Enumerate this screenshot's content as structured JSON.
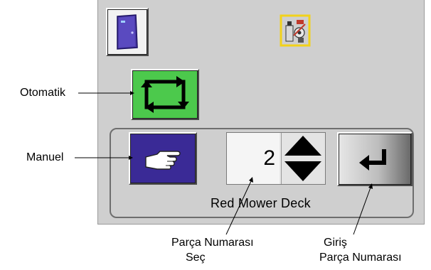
{
  "panel": {
    "deck_name": "Red Mower Deck",
    "part_number_value": "2"
  },
  "callouts": {
    "automatic": "Otomatik",
    "manual": "Manuel",
    "part_select_line1": "Parça Numarası",
    "part_select_line2": "Seç",
    "enter_line1": "Giriş",
    "enter_line2": "Parça Numarası"
  },
  "icons": {
    "door": "door-icon",
    "system": "mower-system-icon",
    "automatic": "cycle-arrows-icon",
    "manual": "pointing-hand-icon",
    "stepper_up": "arrow-up-icon",
    "stepper_down": "arrow-down-icon",
    "enter": "enter-return-icon"
  },
  "colors": {
    "panel_bg": "#cfcfcf",
    "automatic_green": "#4cc94c",
    "manual_blue": "#3a2a96",
    "door_purple": "#4a3aa6",
    "system_yellow": "#f2d21a"
  }
}
